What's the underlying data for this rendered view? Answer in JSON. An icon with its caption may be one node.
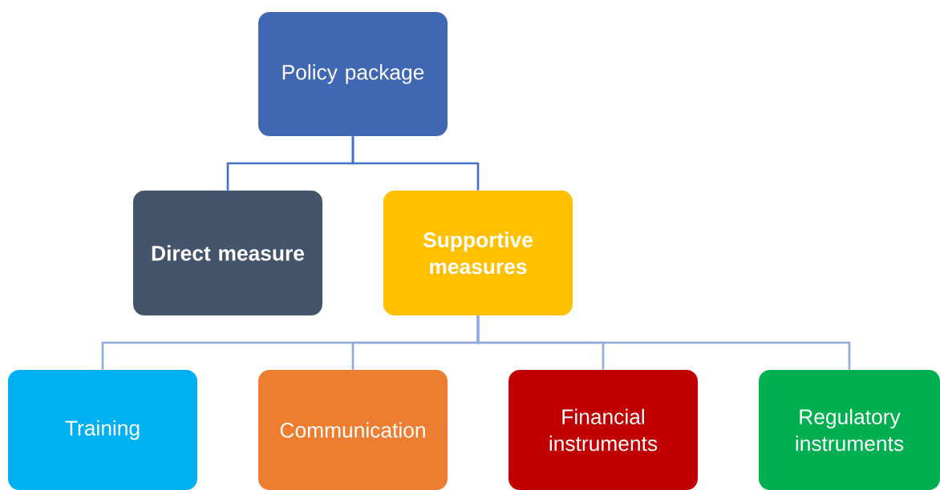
{
  "diagram": {
    "nodes": [
      {
        "text": [
          "Policy package"
        ]
      },
      {
        "text": [
          "Direct measure"
        ]
      },
      {
        "text": [
          "Supportive measures"
        ]
      },
      {
        "text": [
          "Training"
        ]
      },
      {
        "text": [
          "Communication"
        ]
      },
      {
        "text": [
          "Financial instruments"
        ]
      },
      {
        "text": [
          "Regulatory instruments"
        ]
      }
    ],
    "edges": [
      {
        "from": 0,
        "to": 1,
        "arrow": "none",
        "color": "#4472c4"
      },
      {
        "from": 0,
        "to": 2,
        "arrow": "none",
        "color": "#4472c4"
      },
      {
        "from": 2,
        "to": 3,
        "arrow": "none"
      },
      {
        "from": 2,
        "to": 4,
        "arrow": "none"
      },
      {
        "from": 2,
        "to": 5,
        "arrow": "none"
      },
      {
        "from": 2,
        "to": 6,
        "arrow": "none"
      }
    ]
  }
}
